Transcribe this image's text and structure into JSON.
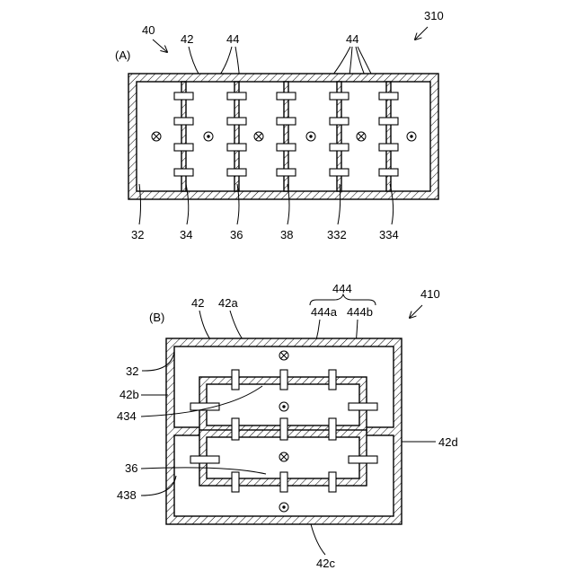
{
  "figure_a": {
    "panel_label": "(A)",
    "ref_top_right": "310",
    "ref_assembly": "40",
    "ref_wall": "42",
    "ref_protrusions_1": "44",
    "ref_protrusions_2": "44",
    "bottom_labels": [
      "32",
      "34",
      "36",
      "38",
      "332",
      "334"
    ]
  },
  "figure_b": {
    "panel_label": "(B)",
    "ref_top_right": "410",
    "ref_42": "42",
    "ref_42a": "42a",
    "ref_444": "444",
    "ref_444a": "444a",
    "ref_444b": "444b",
    "ref_32": "32",
    "ref_42b": "42b",
    "ref_434": "434",
    "ref_42d": "42d",
    "ref_36": "36",
    "ref_438": "438",
    "ref_42c": "42c"
  }
}
